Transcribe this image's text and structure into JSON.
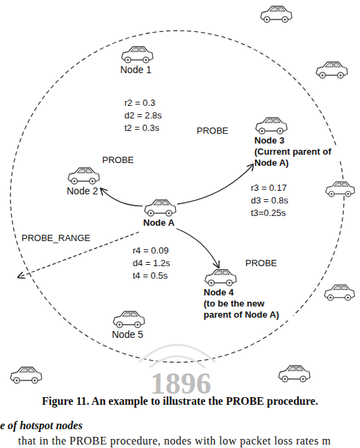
{
  "diagram": {
    "caption": "Figure 11. An example to illustrate the PROBE procedure.",
    "nodes": [
      {
        "text": [
          "Node 1"
        ]
      },
      {
        "text": [
          "Node 2"
        ]
      },
      {
        "text": [
          "Node A"
        ]
      },
      {
        "text": [
          "Node 3",
          "(Current parent of Node A)"
        ]
      },
      {
        "text": [
          "Node 4",
          "(to be the new parent of Node A)"
        ]
      },
      {
        "text": [
          "Node 5"
        ]
      }
    ],
    "edges": [
      {
        "from": 2,
        "to": 1,
        "arrow": "to",
        "label": "PROBE"
      },
      {
        "from": 2,
        "to": 3,
        "arrow": "to",
        "label": "PROBE"
      },
      {
        "from": 2,
        "to": 4,
        "arrow": "to",
        "label": "PROBE"
      }
    ],
    "labels": [
      "r2 = 0.3",
      "d2 = 2.8s",
      "t2 = 0.3s",
      "r3 = 0.17",
      "d3 = 0.8s",
      "t3=0.25s",
      "r4 = 0.09",
      "d4 = 1.2s",
      "t4 = 0.5s",
      "PROBE_RANGE",
      "1896",
      "e of hotspot nodes",
      "that in the PROBE procedure, nodes with low packet loss rates m"
    ]
  }
}
